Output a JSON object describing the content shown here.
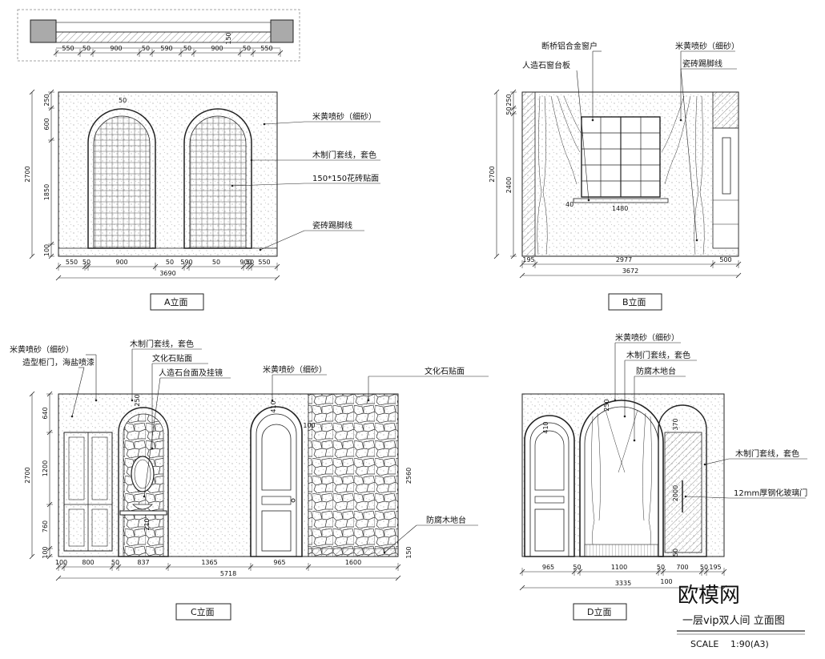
{
  "plan": {
    "dims": [
      "550",
      "50",
      "900",
      "50",
      "590",
      "50",
      "900",
      "50",
      "550"
    ],
    "side_dim": "150"
  },
  "elev_a": {
    "title": "A立面",
    "callouts": [
      "米黄喷砂（细砂）",
      "木制门套线，套色",
      "150*150花砖贴面",
      "瓷砖踢脚线"
    ],
    "vdims": [
      "250",
      "600",
      "1850",
      "100"
    ],
    "vtotal": "2700",
    "hdims": [
      "550",
      "50",
      "900",
      "50",
      "590",
      "50",
      "900",
      "50",
      "550"
    ],
    "htotal": "3690",
    "tag": "50"
  },
  "elev_b": {
    "title": "B立面",
    "callouts": [
      "断桥铝合金窗户",
      "人造石窗台板",
      "米黄喷砂（细砂）",
      "瓷砖踢脚线"
    ],
    "vdims": [
      "250",
      "50",
      "2400"
    ],
    "vtotal": "2700",
    "window_w": "1480",
    "window_sill": "40",
    "hdims": [
      "195",
      "2977",
      "500"
    ],
    "htotal": "3672"
  },
  "elev_c": {
    "title": "C立面",
    "callouts": [
      "米黄喷砂（细砂）",
      "造型柜门，海盐喷漆",
      "木制门套线，套色",
      "文化石贴面",
      "人造石台面及挂镜",
      "米黄喷砂（细砂）",
      "文化石贴面",
      "防腐木地台"
    ],
    "vdims": [
      "640",
      "1200",
      "760",
      "100"
    ],
    "vtotal": "2700",
    "inner_dims": [
      "250",
      "410",
      "100",
      "210"
    ],
    "right_v": "2560",
    "right_small": "150",
    "hdims": [
      "100",
      "800",
      "50",
      "837",
      "1365",
      "965",
      "1600"
    ],
    "htotal": "5718"
  },
  "elev_d": {
    "title": "D立面",
    "callouts": [
      "米黄喷砂（细砂）",
      "木制门套线，套色",
      "防腐木地台",
      "木制门套线，套色",
      "12mm厚钢化玻璃门"
    ],
    "inner_dims": [
      "250",
      "410",
      "370",
      "2000",
      "50"
    ],
    "hdims": [
      "965",
      "50",
      "1100",
      "50",
      "700",
      "50",
      "195"
    ],
    "htotal": "3335",
    "sub_dim": "100"
  },
  "footer": {
    "brand": "欧模网",
    "sheet_title": "一层vip双人间 立面图",
    "scale_label": "SCALE",
    "scale_value": "1:90(A3)"
  }
}
